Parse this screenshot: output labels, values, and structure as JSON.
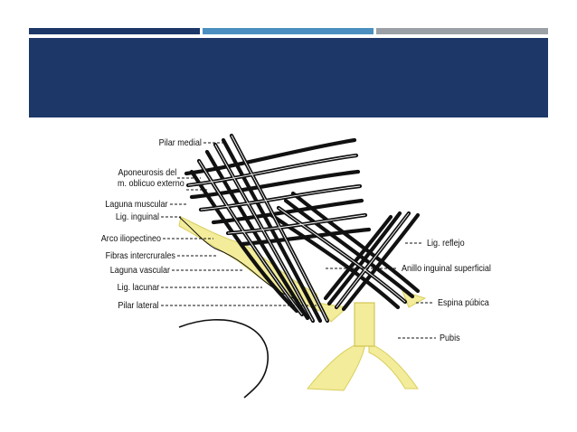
{
  "slide": {
    "title": "",
    "colors": {
      "stripe_1": "#1c3768",
      "stripe_2": "#4a8fc0",
      "stripe_3": "#9aa0a6",
      "title_band": "#1c3768",
      "fiber": "#111111",
      "yellow": "#f3ec9a",
      "yellow_dark": "#d9cf5e"
    }
  },
  "diagram": {
    "labels_left": [
      "Pilar medial",
      "Aponeurosis del",
      "m. oblicuo externo",
      "Laguna muscular",
      "Lig. inguinal",
      "Arco iliopectineo",
      "Fibras intercrurales",
      "Laguna vascular",
      "Lig. lacunar",
      "Pilar lateral"
    ],
    "labels_right": [
      "Lig. reflejo",
      "Anillo inguinal superficial",
      "Espina púbica",
      "Pubis"
    ]
  }
}
